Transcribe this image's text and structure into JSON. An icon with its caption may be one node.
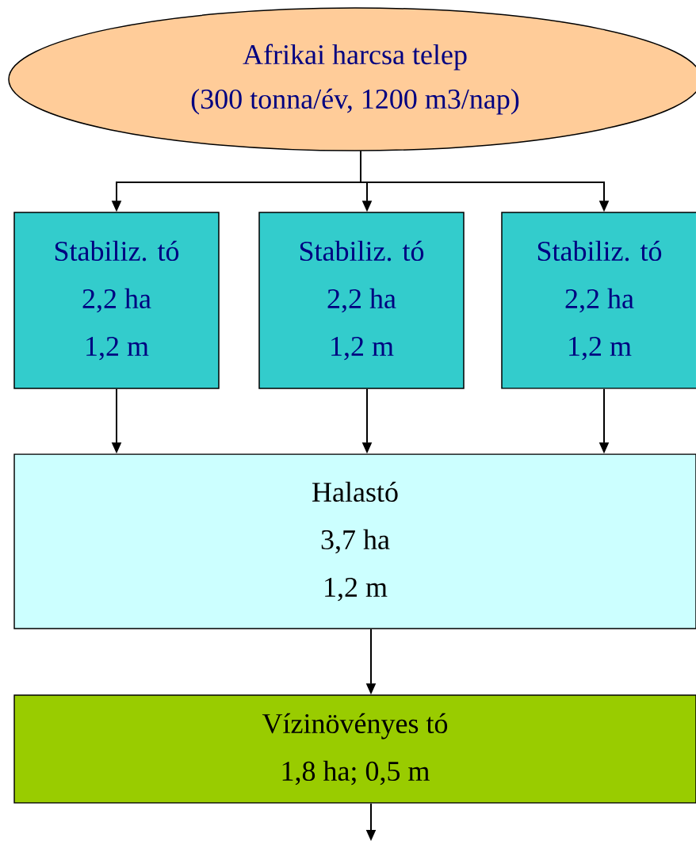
{
  "diagram": {
    "nodes": [
      {
        "text": [
          "Afrikai harcsa telep",
          "(300 tonna/év, 1200 m3/nap)"
        ]
      },
      {
        "text": [
          "Stabiliz. tó",
          "2,2 ha",
          "1,2 m"
        ]
      },
      {
        "text": [
          "Stabiliz. tó",
          "2,2 ha",
          "1,2 m"
        ]
      },
      {
        "text": [
          "Stabiliz. tó",
          "2,2 ha",
          "1,2 m"
        ]
      },
      {
        "text": [
          "Halastó",
          "3,7 ha",
          "1,2 m"
        ]
      },
      {
        "text": [
          "Vízinövényes tó",
          "1,8 ha; 0,5 m"
        ]
      }
    ],
    "edges": [
      {
        "from": 0,
        "to": 1,
        "arrow": "to"
      },
      {
        "from": 0,
        "to": 2,
        "arrow": "to"
      },
      {
        "from": 0,
        "to": 3,
        "arrow": "to"
      },
      {
        "from": 1,
        "to": 4,
        "arrow": "to"
      },
      {
        "from": 2,
        "to": 4,
        "arrow": "to"
      },
      {
        "from": 3,
        "to": 4,
        "arrow": "to"
      },
      {
        "from": 4,
        "to": 5,
        "arrow": "to"
      },
      {
        "from": 5,
        "to": null,
        "arrow": "to"
      }
    ]
  }
}
